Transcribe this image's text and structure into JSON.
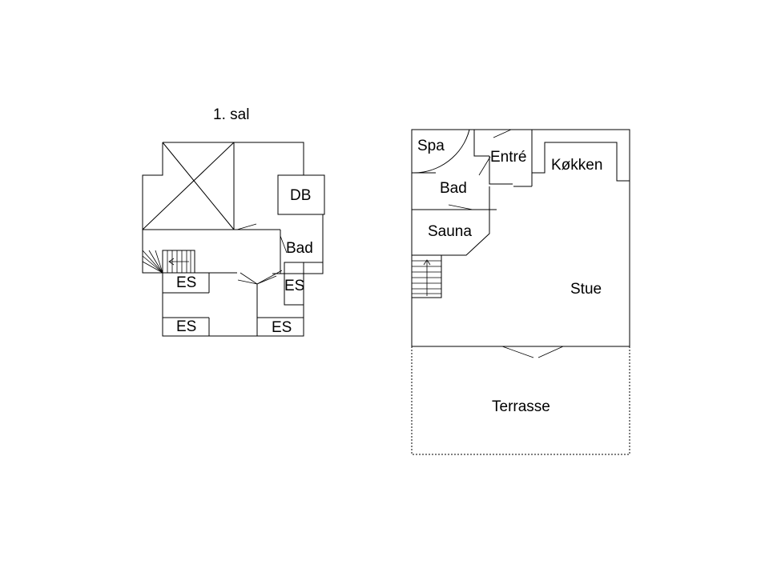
{
  "upper_floor": {
    "title": "1. sal",
    "rooms": {
      "db": "DB",
      "bad": "Bad",
      "es_left_top": "ES",
      "es_left_bottom": "ES",
      "es_right_mid": "ES",
      "es_right_bottom": "ES"
    }
  },
  "ground_floor": {
    "rooms": {
      "spa": "Spa",
      "entre": "Entré",
      "kokken": "Køkken",
      "bad": "Bad",
      "sauna": "Sauna",
      "stue": "Stue",
      "terrasse": "Terrasse"
    }
  }
}
